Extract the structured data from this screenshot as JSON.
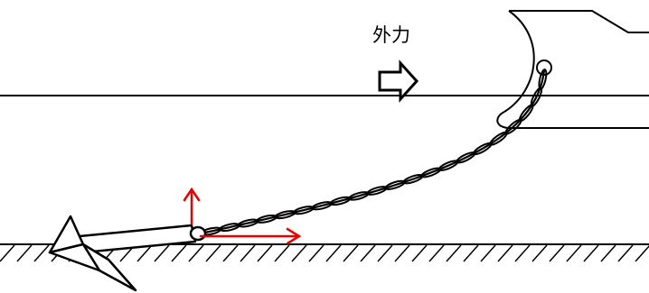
{
  "diagram": {
    "force_label": "外力",
    "colors": {
      "line": "#000000",
      "force_arrow": "#e60000",
      "background": "#ffffff"
    },
    "elements": [
      "water-line",
      "ship-hull",
      "hawse-pipe",
      "anchor-chain",
      "anchor",
      "seabed",
      "external-force-arrow",
      "force-arrows"
    ]
  }
}
